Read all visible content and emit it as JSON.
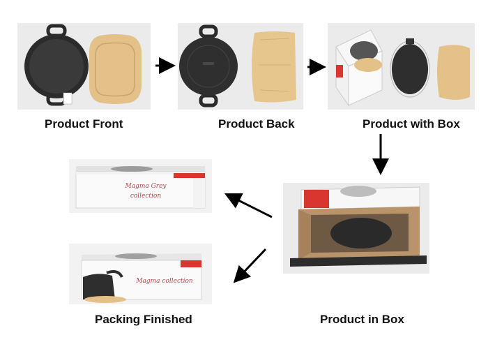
{
  "steps": {
    "product_front": {
      "label": "Product Front"
    },
    "product_back": {
      "label": "Product Back"
    },
    "product_with_box": {
      "label": "Product with Box"
    },
    "product_in_box": {
      "label": "Product in Box"
    },
    "packing_finished": {
      "label": "Packing Finished"
    }
  },
  "box_prints": {
    "top_box": [
      "Magma Grey",
      "collection"
    ],
    "bottom_box": "Magma collection"
  },
  "colors": {
    "pan": "#2b2b2b",
    "wood": "#e3c188",
    "box_white": "#f7f7f7",
    "box_red": "#d8362e",
    "cardboard": "#b9946a",
    "arrow": "#000000",
    "photo_bg": "#ebebeb"
  }
}
